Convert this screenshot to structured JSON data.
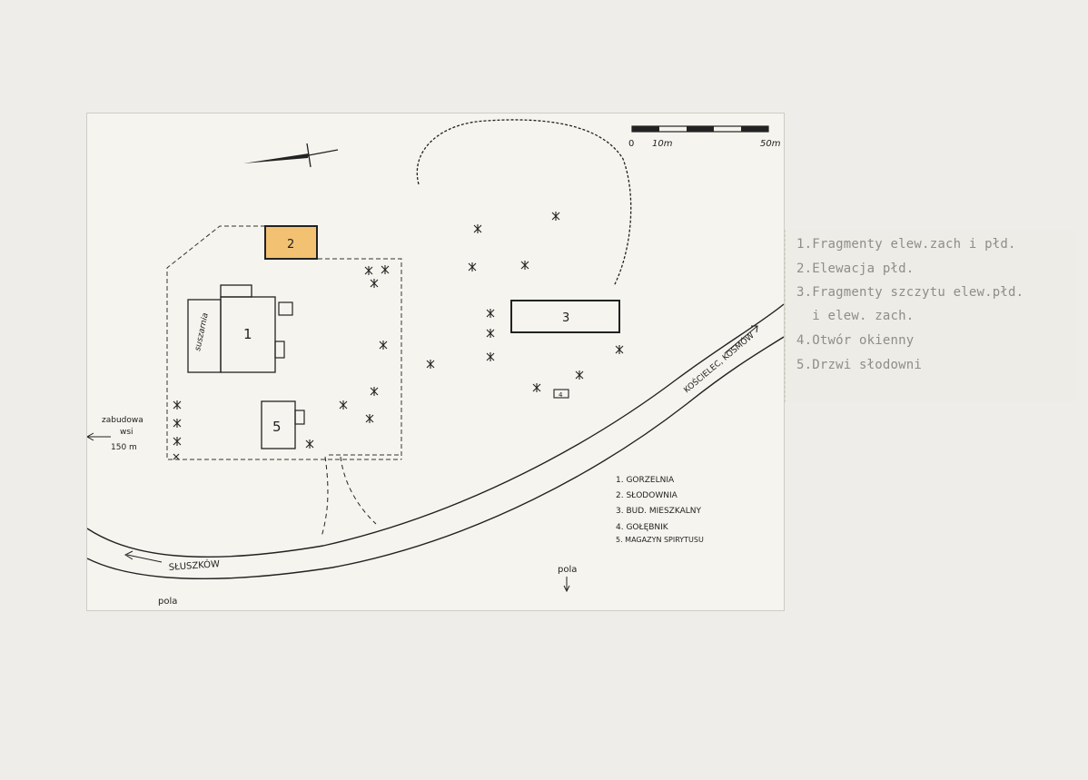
{
  "map": {
    "scale_bar": {
      "ticks": [
        "0",
        "10m",
        "50m"
      ]
    },
    "buildings": [
      {
        "number": "1",
        "sublabel": "suszarnia"
      },
      {
        "number": "2",
        "fill": "#f2c272"
      },
      {
        "number": "3"
      },
      {
        "number": "4"
      },
      {
        "number": "5"
      }
    ],
    "roads": [
      {
        "name": "SŁUSZKÓW"
      },
      {
        "name": "KOŚCIELEC, KOSMÓW"
      }
    ],
    "annotations": {
      "village": [
        "zabudowa",
        "wsi",
        "150 m"
      ],
      "fields_bottom_left": "pola",
      "fields_bottom": "pola"
    },
    "legend": [
      "1. GORZELNIA",
      "2. SŁODOWNIA",
      "3. BUD. MIESZKALNY",
      "4. GOŁĘBNIK",
      "5. MAGAZYN SPIRYTUSU"
    ]
  },
  "typed_card": {
    "lines": [
      "1.Fragmenty elew.zach i płd.",
      "2.Elewacja płd.",
      "3.Fragmenty szczytu elew.płd.",
      "  i elew. zach.",
      "4.Otwór okienny",
      "5.Drzwi słodowni"
    ]
  },
  "colors": {
    "paper": "#f6f4ee",
    "ink": "#222222",
    "highlight": "#f2c272"
  }
}
